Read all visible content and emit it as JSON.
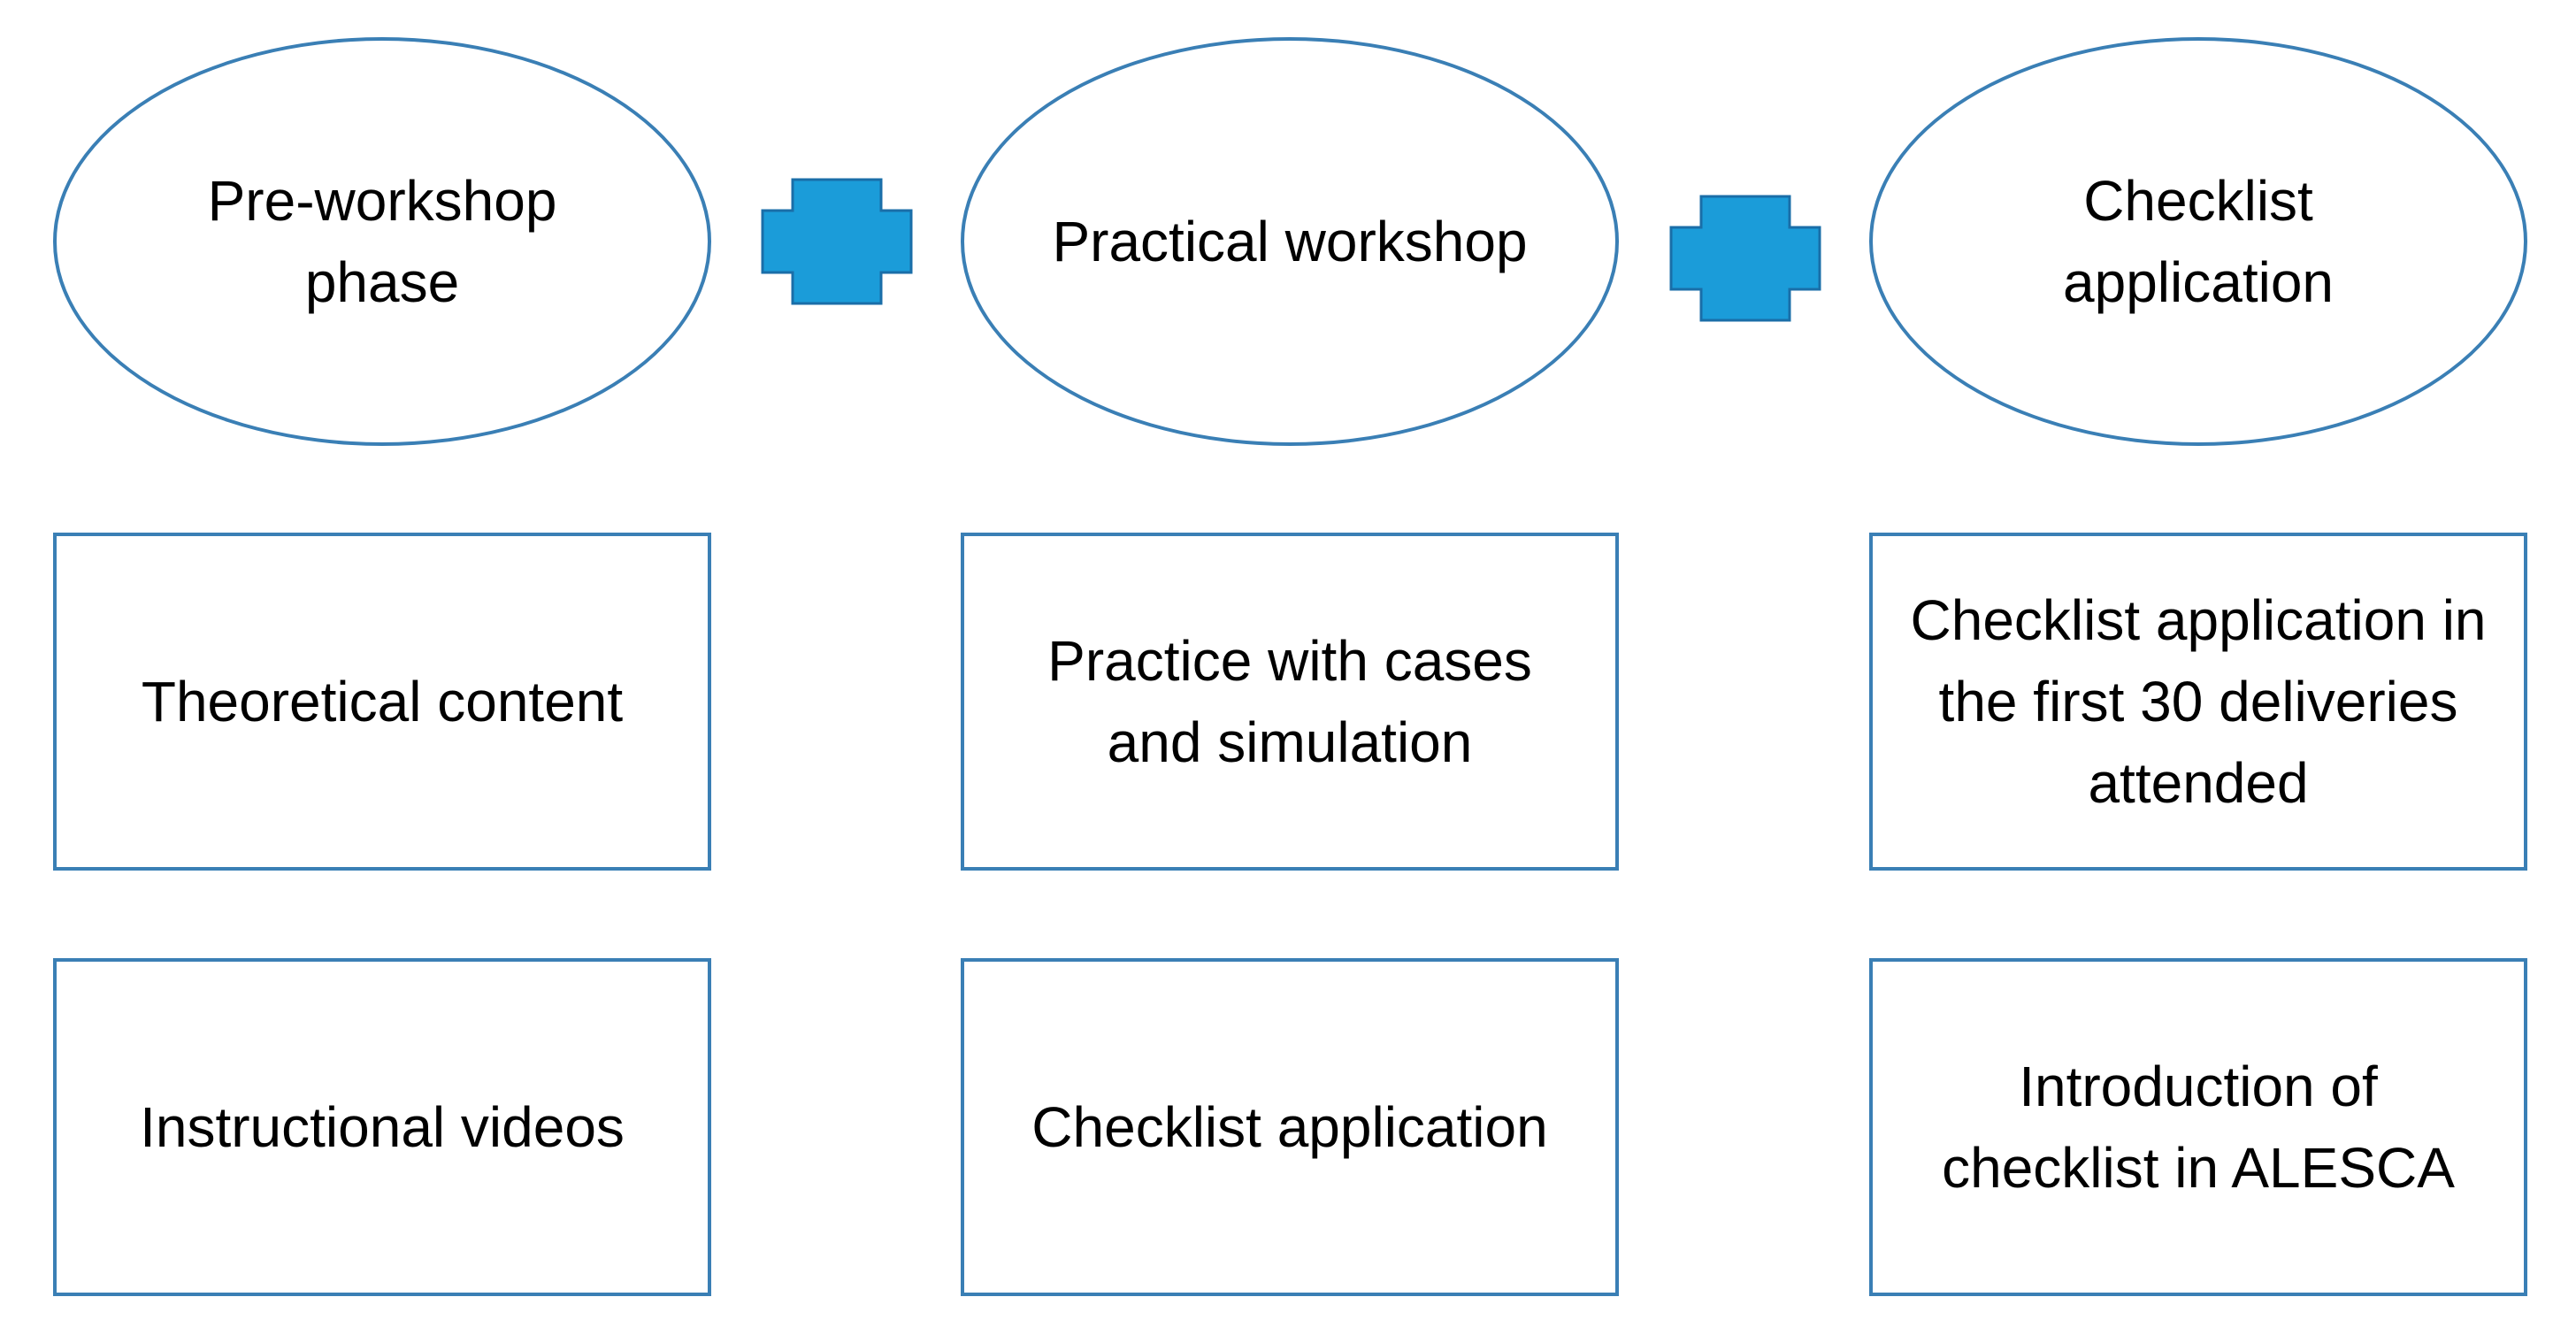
{
  "colors": {
    "outline": "#3a7fb5",
    "plus_fill": "#1b9cd9",
    "plus_stroke": "#1a6ea8",
    "text": "#000000",
    "background": "#ffffff"
  },
  "phases": [
    {
      "title": "Pre-workshop phase",
      "items": [
        "Theoretical content",
        "Instructional videos"
      ]
    },
    {
      "title": "Practical workshop",
      "items": [
        "Practice with cases and simulation",
        "Checklist application"
      ]
    },
    {
      "title": "Checklist application",
      "items": [
        "Checklist application in the first 30 deliveries attended",
        "Introduction of checklist in ALESCA"
      ]
    }
  ],
  "connectors": [
    {
      "icon": "plus-icon"
    },
    {
      "icon": "plus-icon"
    }
  ]
}
